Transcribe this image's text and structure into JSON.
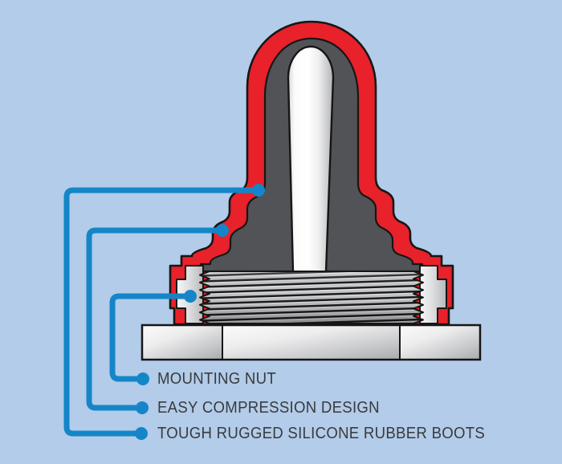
{
  "figure": {
    "type": "technical-cutaway-diagram",
    "subject": "toggle switch silicone rubber boot cross-section"
  },
  "labels": [
    {
      "id": "mounting-nut",
      "text": "MOUNTING NUT"
    },
    {
      "id": "easy-compression",
      "text": "EASY COMPRESSION DESIGN"
    },
    {
      "id": "tough-rugged",
      "text": "TOUGH RUGGED SILICONE RUBBER BOOTS"
    }
  ],
  "colors": {
    "background": "#b2cce9",
    "boot_red": "#e8212a",
    "cavity_gray": "#515356",
    "outline_black": "#161616",
    "callout_blue": "#1486c8",
    "label_text": "#3a3b3d",
    "metal_light": "#f4f4f5",
    "metal_dark": "#b0b1b3"
  }
}
